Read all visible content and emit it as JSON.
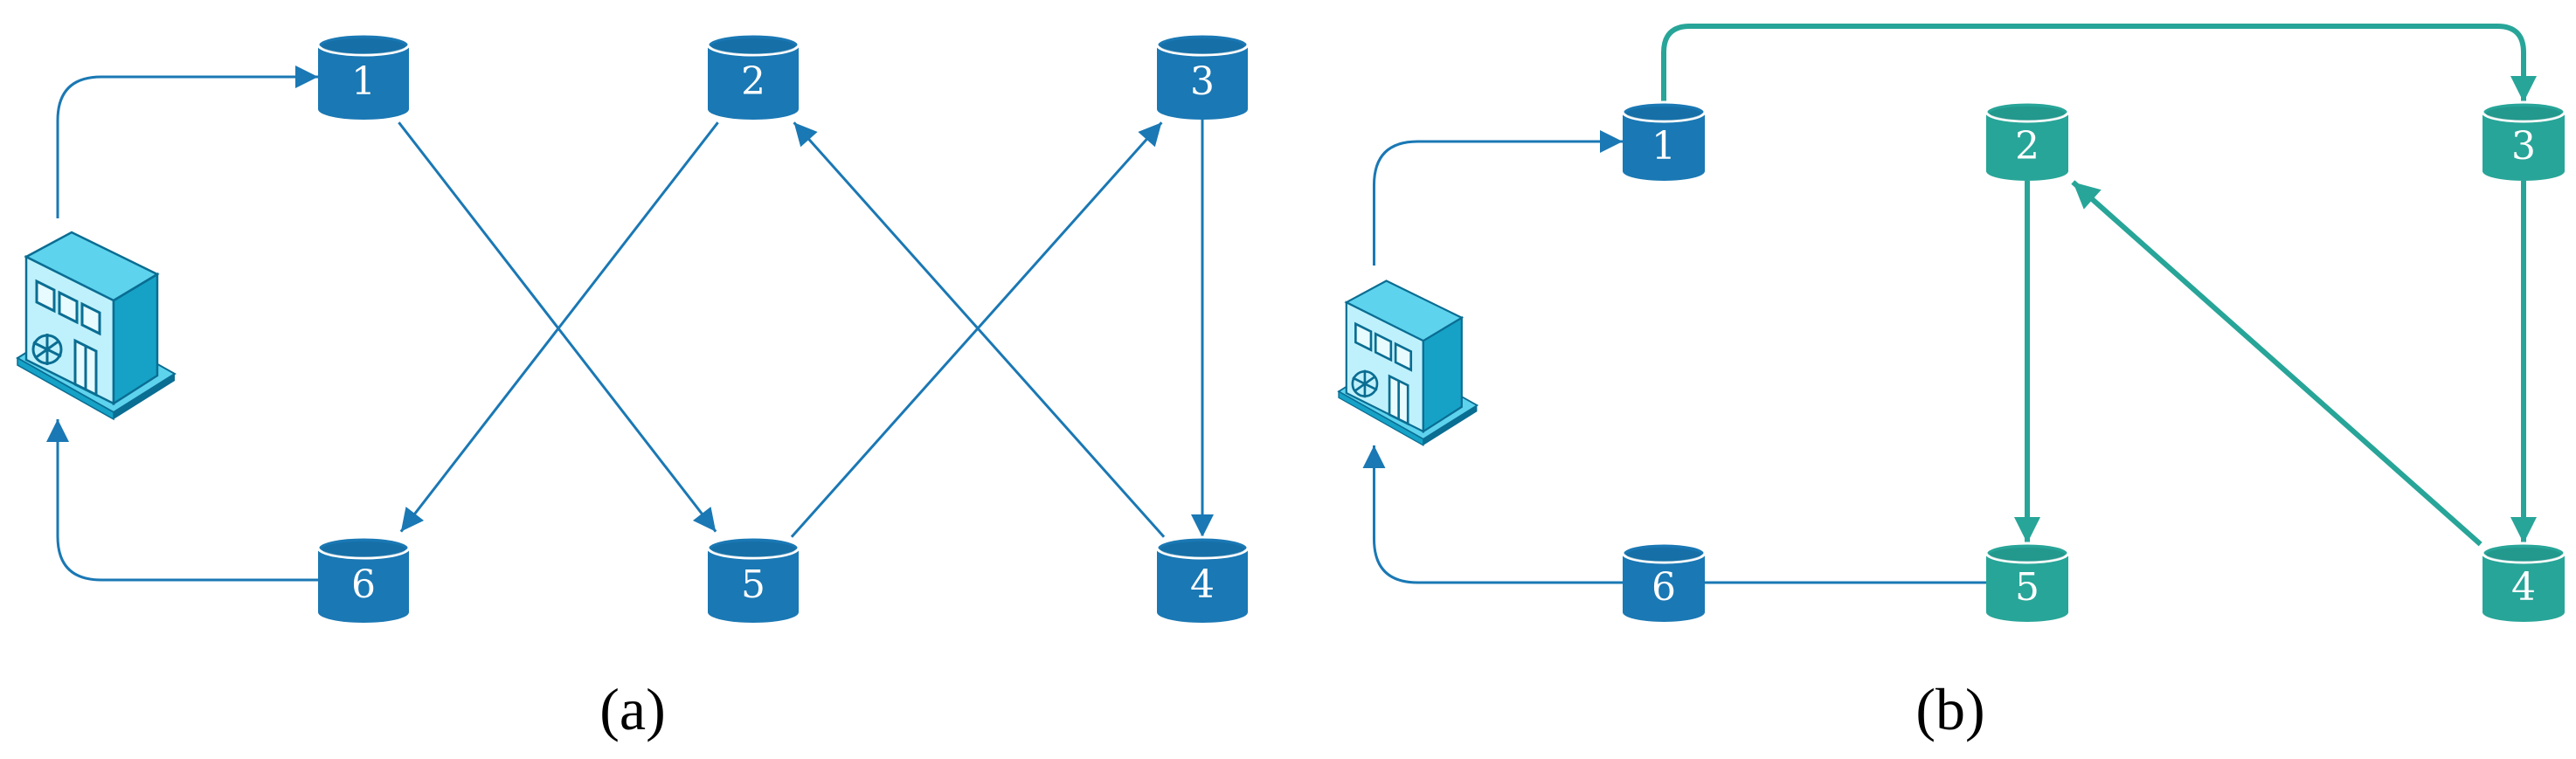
{
  "colors": {
    "blue": "#1a78b4",
    "blue_dark": "#12608f",
    "teal": "#27a598",
    "teal_dark": "#1c8277",
    "building_light": "#bff1fc",
    "building_mid": "#5ed3ee",
    "building_dark": "#16a2c7",
    "building_stroke": "#0a6d92"
  },
  "panels": [
    {
      "id": "a",
      "caption": "(a)",
      "nodes": [
        {
          "id": "1",
          "label": "1",
          "color": "blue"
        },
        {
          "id": "2",
          "label": "2",
          "color": "blue"
        },
        {
          "id": "3",
          "label": "3",
          "color": "blue"
        },
        {
          "id": "4",
          "label": "4",
          "color": "blue"
        },
        {
          "id": "5",
          "label": "5",
          "color": "blue"
        },
        {
          "id": "6",
          "label": "6",
          "color": "blue"
        }
      ],
      "edges": [
        {
          "from": "depot",
          "to": "1",
          "color": "blue"
        },
        {
          "from": "1",
          "to": "5",
          "color": "blue"
        },
        {
          "from": "5",
          "to": "3",
          "color": "blue"
        },
        {
          "from": "3",
          "to": "4",
          "color": "blue"
        },
        {
          "from": "4",
          "to": "2",
          "color": "blue"
        },
        {
          "from": "2",
          "to": "6",
          "color": "blue"
        },
        {
          "from": "6",
          "to": "depot",
          "color": "blue"
        }
      ]
    },
    {
      "id": "b",
      "caption": "(b)",
      "nodes": [
        {
          "id": "1",
          "label": "1",
          "color": "blue"
        },
        {
          "id": "2",
          "label": "2",
          "color": "teal"
        },
        {
          "id": "3",
          "label": "3",
          "color": "teal"
        },
        {
          "id": "4",
          "label": "4",
          "color": "teal"
        },
        {
          "id": "5",
          "label": "5",
          "color": "teal"
        },
        {
          "id": "6",
          "label": "6",
          "color": "blue"
        }
      ],
      "edges": [
        {
          "from": "depot",
          "to": "1",
          "color": "blue"
        },
        {
          "from": "1",
          "to": "3",
          "color": "teal"
        },
        {
          "from": "3",
          "to": "4",
          "color": "teal"
        },
        {
          "from": "4",
          "to": "2",
          "color": "teal"
        },
        {
          "from": "2",
          "to": "5",
          "color": "teal"
        },
        {
          "from": "5",
          "to": "6",
          "color": "blue"
        },
        {
          "from": "6",
          "to": "depot",
          "color": "blue"
        }
      ]
    }
  ]
}
